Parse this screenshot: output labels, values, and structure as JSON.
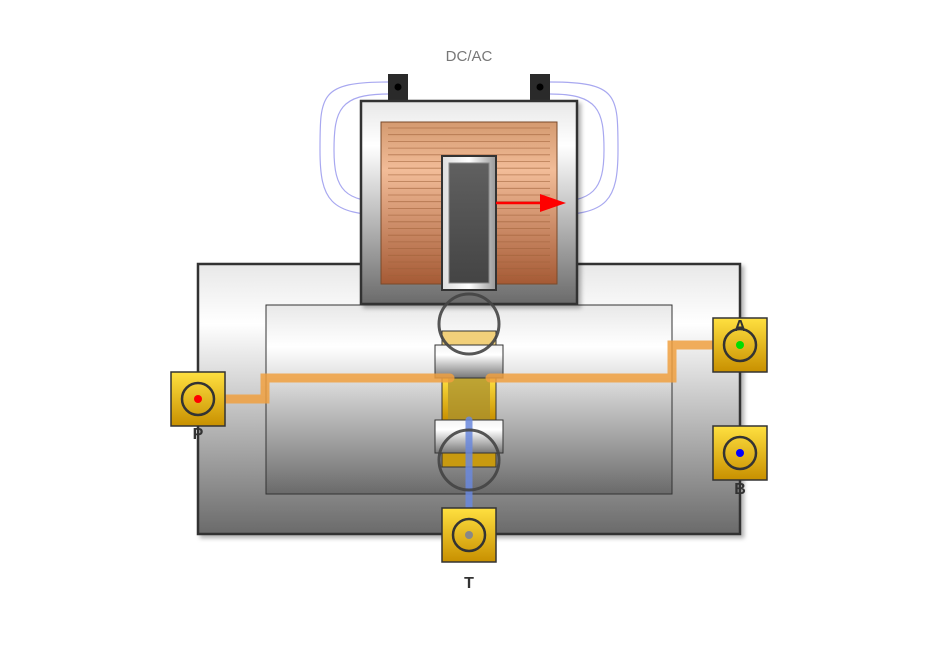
{
  "diagram": {
    "supply_label": "DC/AC",
    "ports": [
      {
        "id": "P",
        "label": "P",
        "dot_color": "#ff0000"
      },
      {
        "id": "A",
        "label": "A",
        "dot_color": "#00dd00"
      },
      {
        "id": "B",
        "label": "B",
        "dot_color": "#0000ff"
      },
      {
        "id": "T",
        "label": "T",
        "dot_color": "#888888"
      }
    ],
    "colors": {
      "flow": "#f0a040",
      "return": "#6a88dd",
      "coil": "#d48a60",
      "field_lines": "#a8a8f0",
      "force_arrow": "#ff0000"
    }
  }
}
